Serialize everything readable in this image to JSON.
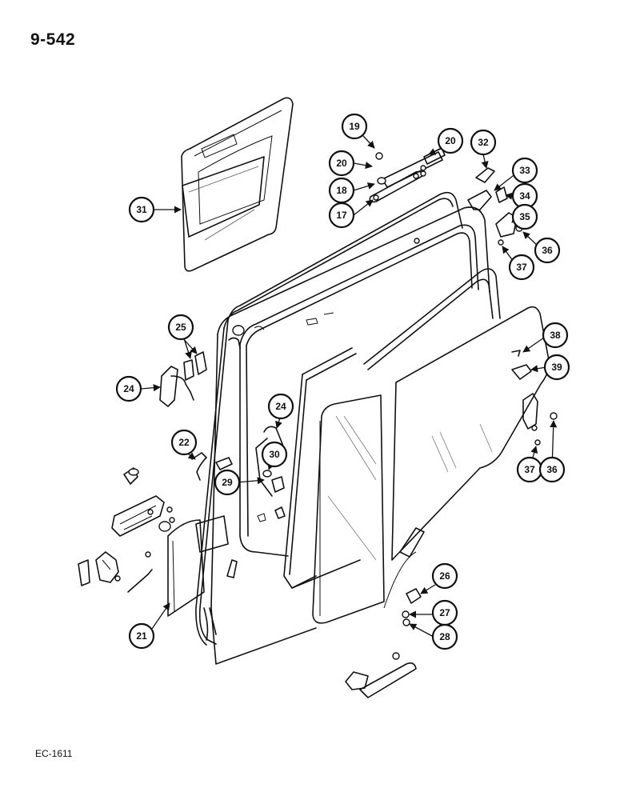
{
  "header": {
    "page_number": "9-542"
  },
  "footer": {
    "drawing_code": "EC-1611"
  },
  "callouts": [
    {
      "id": "c19",
      "label": "19"
    },
    {
      "id": "c20a",
      "label": "20"
    },
    {
      "id": "c20b",
      "label": "20"
    },
    {
      "id": "c18",
      "label": "18"
    },
    {
      "id": "c17",
      "label": "17"
    },
    {
      "id": "c32",
      "label": "32"
    },
    {
      "id": "c33",
      "label": "33"
    },
    {
      "id": "c34",
      "label": "34"
    },
    {
      "id": "c35",
      "label": "35"
    },
    {
      "id": "c36a",
      "label": "36"
    },
    {
      "id": "c37a",
      "label": "37"
    },
    {
      "id": "c31",
      "label": "31"
    },
    {
      "id": "c25",
      "label": "25"
    },
    {
      "id": "c24a",
      "label": "24"
    },
    {
      "id": "c24b",
      "label": "24"
    },
    {
      "id": "c38",
      "label": "38"
    },
    {
      "id": "c39",
      "label": "39"
    },
    {
      "id": "c22",
      "label": "22"
    },
    {
      "id": "c30",
      "label": "30"
    },
    {
      "id": "c29",
      "label": "29"
    },
    {
      "id": "c37b",
      "label": "37"
    },
    {
      "id": "c36b",
      "label": "36"
    },
    {
      "id": "c26",
      "label": "26"
    },
    {
      "id": "c27",
      "label": "27"
    },
    {
      "id": "c28",
      "label": "28"
    },
    {
      "id": "c21",
      "label": "21"
    }
  ]
}
